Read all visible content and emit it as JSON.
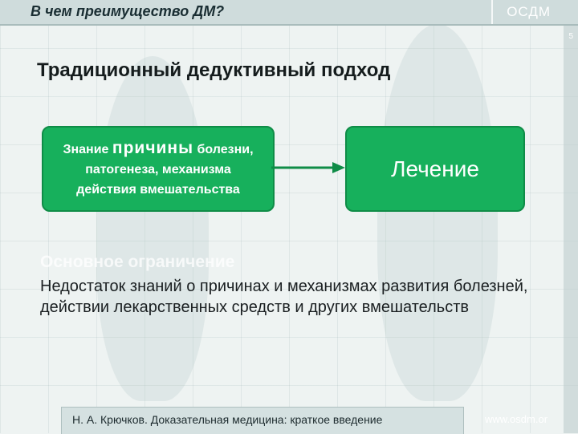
{
  "header": {
    "title": "В чем преимущество ДМ?",
    "brand": "ОСДМ"
  },
  "slide_number": "5",
  "heading": "Традиционный дедуктивный подход",
  "flow": {
    "left_box": {
      "prefix": "Знание",
      "emphasis": "причины",
      "suffix": "болезни,",
      "line2": "патогенеза, механизма",
      "line3": "действия вмешательства"
    },
    "right_box": "Лечение"
  },
  "section_label": "Основное ограничение",
  "limitation_text": "Недостаток знаний о причинах и механизмах развития болезней, действии лекарственных  средств и других вмешательств",
  "footer": {
    "author": "Н. А. Крючков.",
    "title": "Доказательная медицина: краткое введение",
    "url": "www.osdm.or"
  },
  "colors": {
    "box_fill": "#17b05c",
    "background": "#eef3f2"
  }
}
